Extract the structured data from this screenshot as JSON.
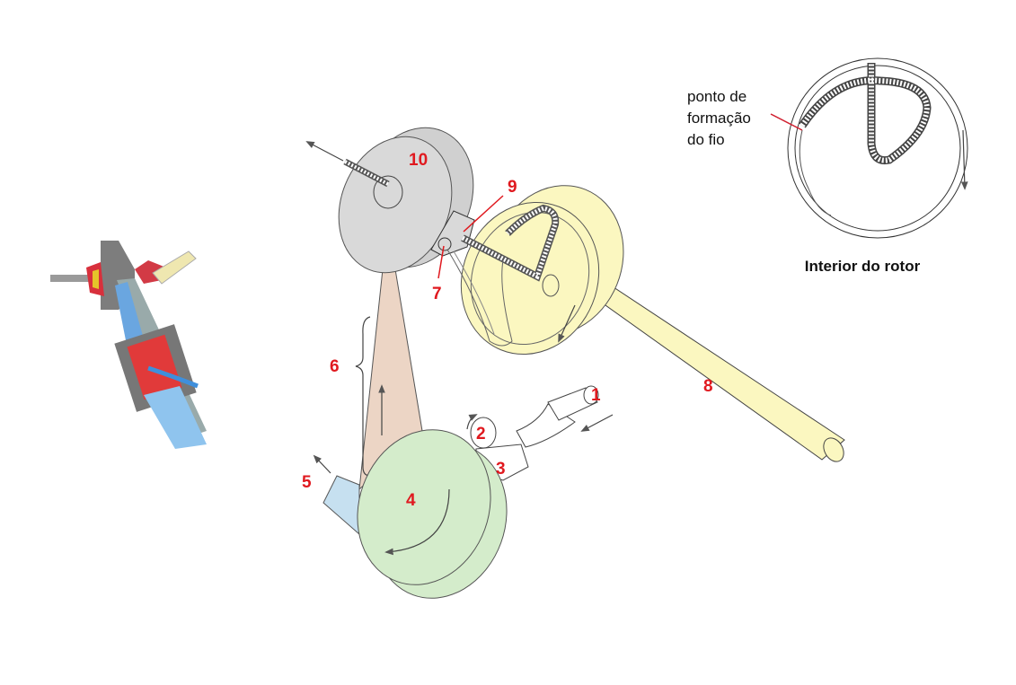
{
  "diagram": {
    "parts": [
      {
        "number": "1",
        "component": "sliver-feed"
      },
      {
        "number": "2",
        "component": "feed-roller"
      },
      {
        "number": "3",
        "component": "feed-plate"
      },
      {
        "number": "4",
        "component": "opening-roller"
      },
      {
        "number": "5",
        "component": "trash-outlet"
      },
      {
        "number": "6",
        "component": "fiber-channel"
      },
      {
        "number": "7",
        "component": "yarn-formation-point"
      },
      {
        "number": "8",
        "component": "rotor-shaft"
      },
      {
        "number": "9",
        "component": "navel"
      },
      {
        "number": "10",
        "component": "delivery-disk"
      }
    ],
    "inset": {
      "label_lines": [
        "ponto de",
        "formação",
        "do fio"
      ],
      "title": "Interior do rotor"
    },
    "colors": {
      "label_red": "#e0191f",
      "rotor_yellow": "#fbf7c0",
      "opening_green": "#d4eccb",
      "disk_gray": "#d9d9d9",
      "channel_tan": "#ecd5c5",
      "outlet_blue": "#c6e0f0"
    }
  }
}
